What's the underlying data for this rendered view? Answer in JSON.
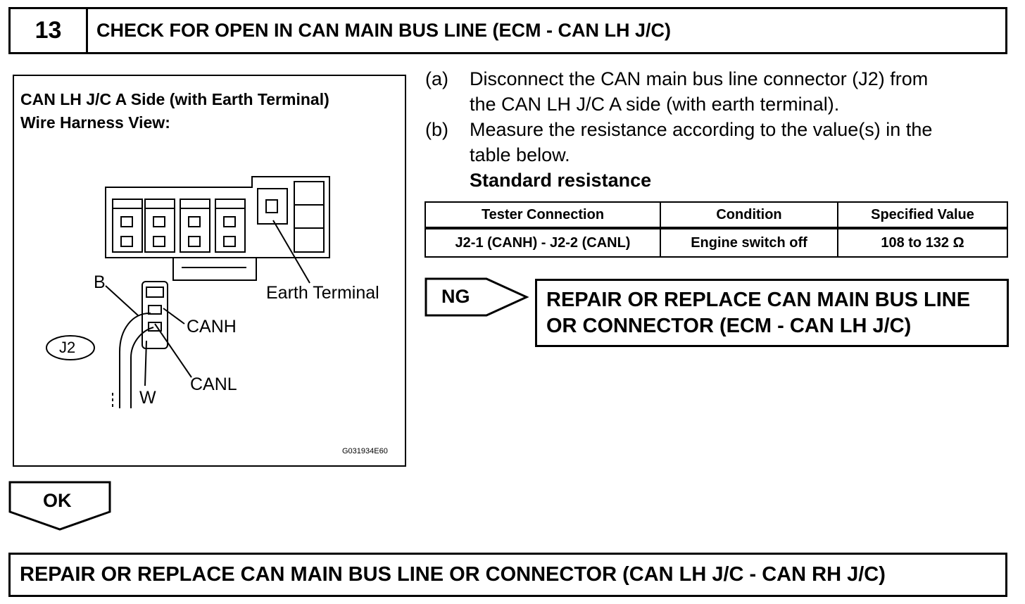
{
  "step": {
    "number": "13",
    "title": "CHECK FOR OPEN IN CAN MAIN BUS LINE (ECM - CAN LH J/C)"
  },
  "figure": {
    "title_line1": "CAN LH J/C A Side (with Earth Terminal)",
    "title_line2": "Wire Harness View:",
    "labels": {
      "b": "B",
      "earth_terminal": "Earth Terminal",
      "canh": "CANH",
      "canl": "CANL",
      "w": "W",
      "j2": "J2"
    },
    "code": "G031934E60"
  },
  "instructions": [
    {
      "label": "(a)",
      "lines": [
        "Disconnect the CAN main bus line connector (J2) from",
        "the CAN LH J/C A side (with earth terminal)."
      ]
    },
    {
      "label": "(b)",
      "lines": [
        "Measure the resistance according to the value(s) in the",
        "table below."
      ]
    }
  ],
  "standard_resistance_label": "Standard resistance",
  "table": {
    "headers": [
      "Tester Connection",
      "Condition",
      "Specified Value"
    ],
    "rows": [
      [
        "J2-1 (CANH) - J2-2 (CANL)",
        "Engine switch off",
        "108 to 132 Ω"
      ]
    ]
  },
  "ng": {
    "label": "NG",
    "result_line1": "REPAIR OR REPLACE CAN MAIN BUS LINE",
    "result_line2": "OR CONNECTOR (ECM - CAN LH J/C)"
  },
  "ok": {
    "label": "OK",
    "result": "REPAIR OR REPLACE CAN MAIN BUS LINE OR CONNECTOR (CAN LH J/C - CAN RH J/C)"
  }
}
